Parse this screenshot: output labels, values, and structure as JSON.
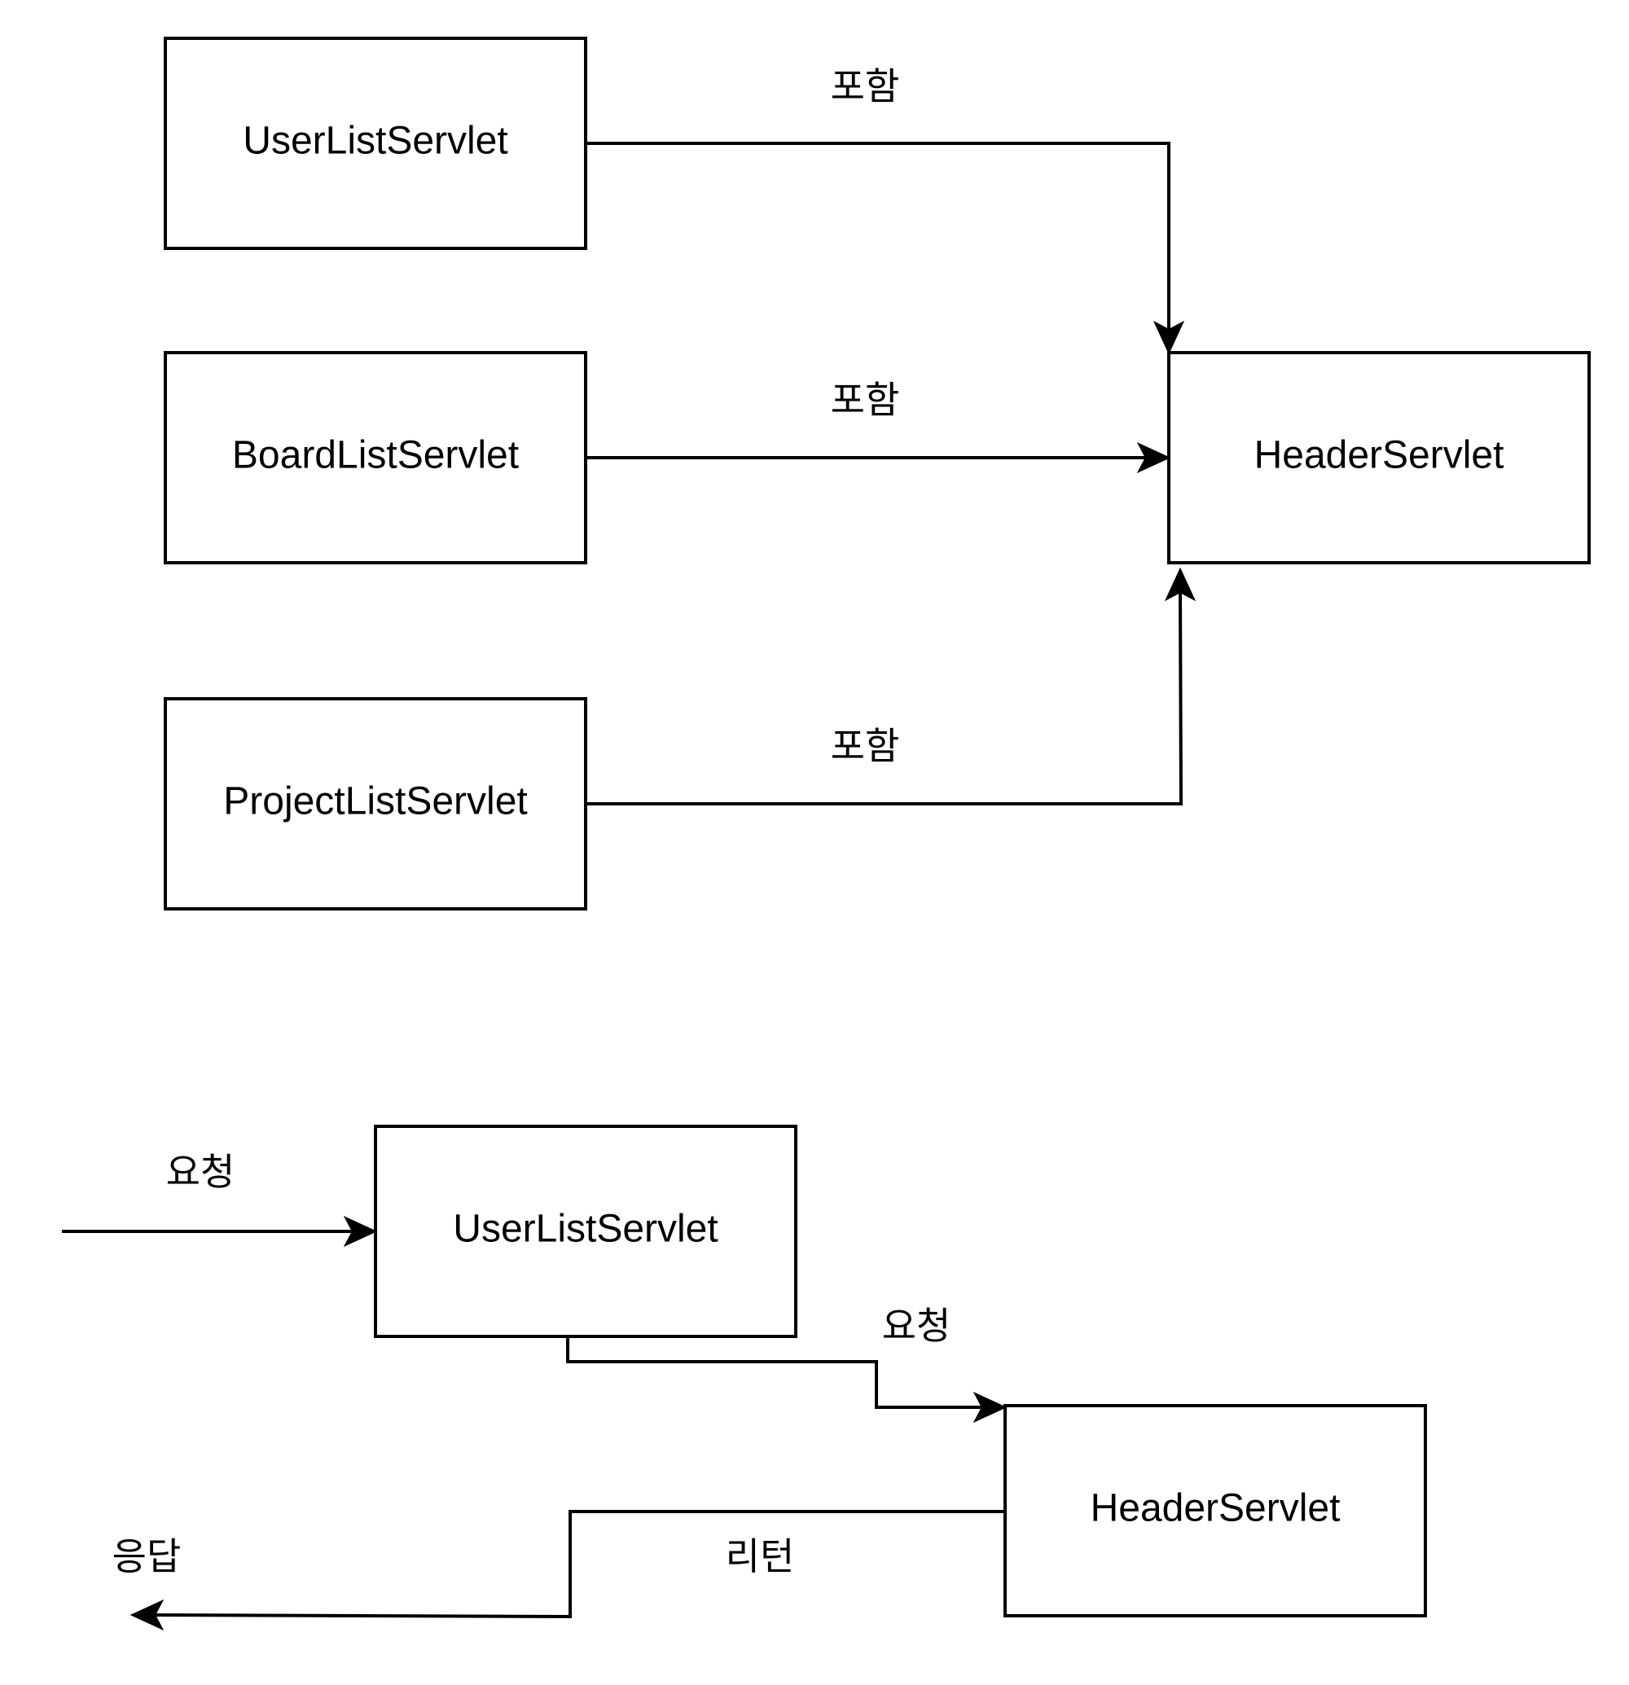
{
  "top_diagram": {
    "nodes": {
      "user_list": "UserListServlet",
      "board_list": "BoardListServlet",
      "project_list": "ProjectListServlet",
      "header": "HeaderServlet"
    },
    "edge_labels": {
      "user_to_header": "포함",
      "board_to_header": "포함",
      "project_to_header": "포함"
    }
  },
  "bottom_diagram": {
    "nodes": {
      "user_list": "UserListServlet",
      "header": "HeaderServlet"
    },
    "edge_labels": {
      "incoming_request": "요청",
      "request_to_header": "요청",
      "return": "리턴",
      "response": "응답"
    }
  }
}
